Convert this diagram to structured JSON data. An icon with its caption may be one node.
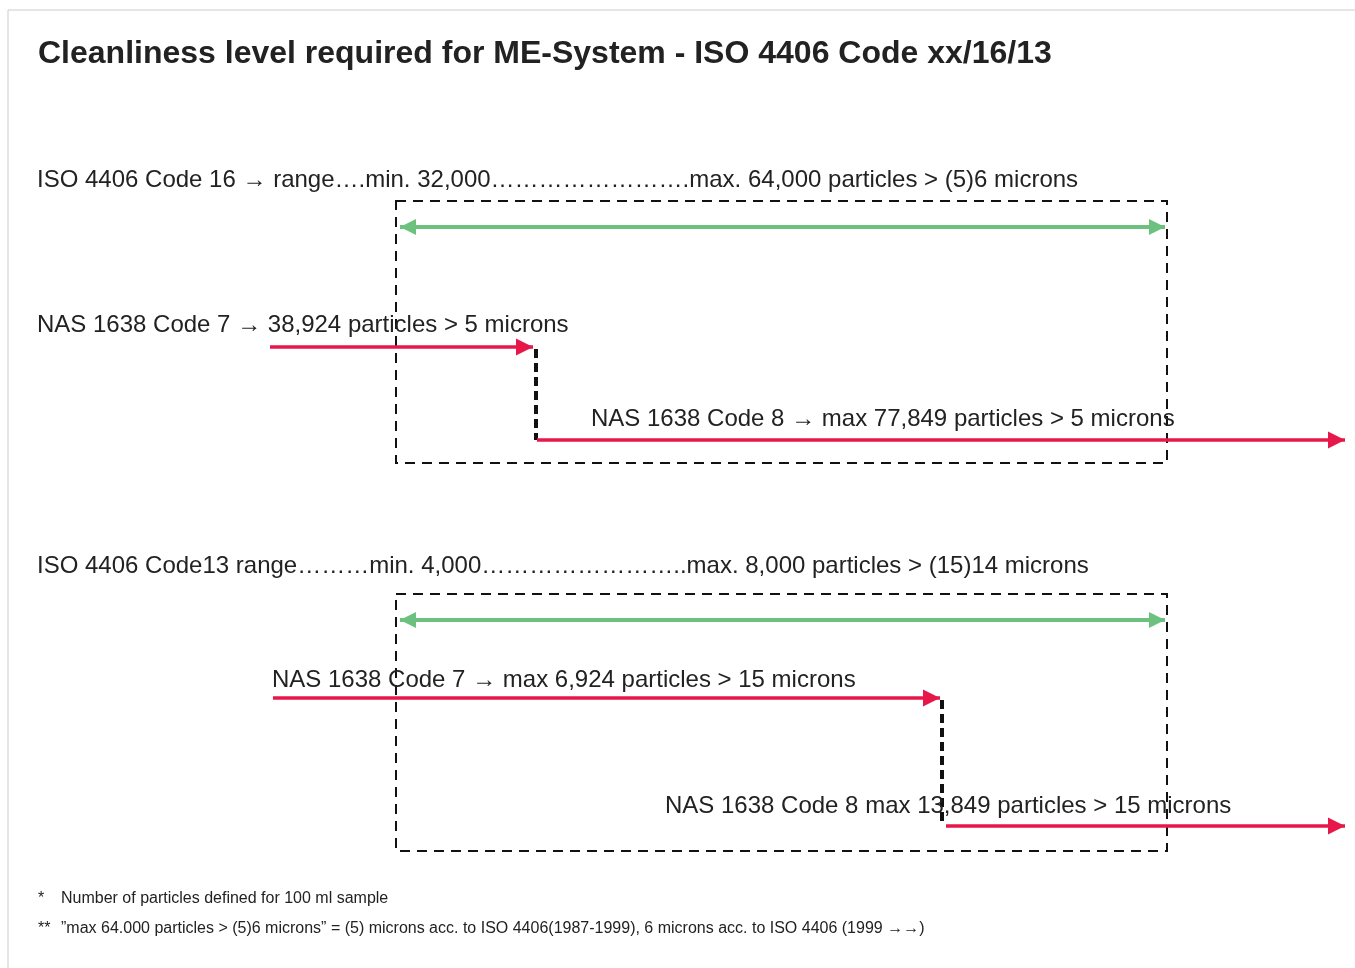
{
  "diagram": {
    "title": "Cleanliness level required for ME-System - ISO 4406 Code xx/16/13",
    "labels": [
      "ISO 4406 Code 16 → range….min. 32,000…………………….max. 64,000 particles > (5)6 microns",
      "NAS 1638 Code 7 → 38,924 particles > 5 microns",
      "NAS 1638 Code 8 → max 77,849 particles > 5 microns",
      "ISO 4406 Code13 range………min. 4,000……………………..max. 8,000 particles > (15)14 microns",
      "NAS 1638 Code 7 → max 6,924 particles > 15 microns",
      "NAS 1638 Code 8 max 13,849 particles > 15 microns",
      "*",
      "Number of particles defined for 100 ml sample",
      "**",
      "”max 64.000 particles > (5)6 microns” = (5) microns acc. to ISO 4406(1987-1999), 6 microns acc. to ISO 4406 (1999 →→)"
    ]
  }
}
